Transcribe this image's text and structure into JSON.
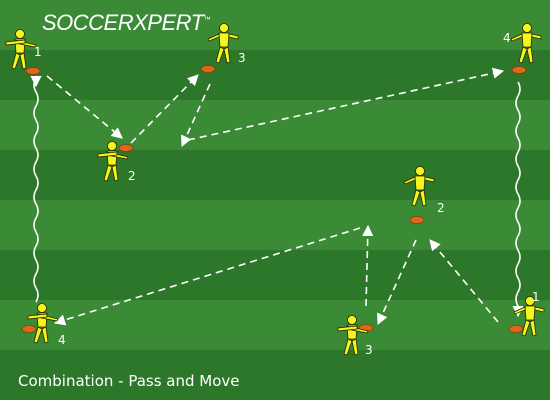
{
  "logo": {
    "text": "SOCCERXPERT",
    "trademark": "™"
  },
  "caption": "Combination - Pass and Move",
  "colors": {
    "pitch_light": "#3b8a36",
    "pitch_dark": "#2d772b",
    "player_fill": "#f5f51e",
    "player_outline": "#2a2a00",
    "cone": "#e0661a",
    "arrow": "#ffffff"
  },
  "players": [
    {
      "id": "p-tl-1",
      "label": "1"
    },
    {
      "id": "p-t-3",
      "label": "3"
    },
    {
      "id": "p-tr-4",
      "label": "4"
    },
    {
      "id": "p-ml-2",
      "label": "2"
    },
    {
      "id": "p-mr-2",
      "label": "2"
    },
    {
      "id": "p-bl-4",
      "label": "4"
    },
    {
      "id": "p-bm-3",
      "label": "3"
    },
    {
      "id": "p-br-1",
      "label": "1"
    }
  ]
}
